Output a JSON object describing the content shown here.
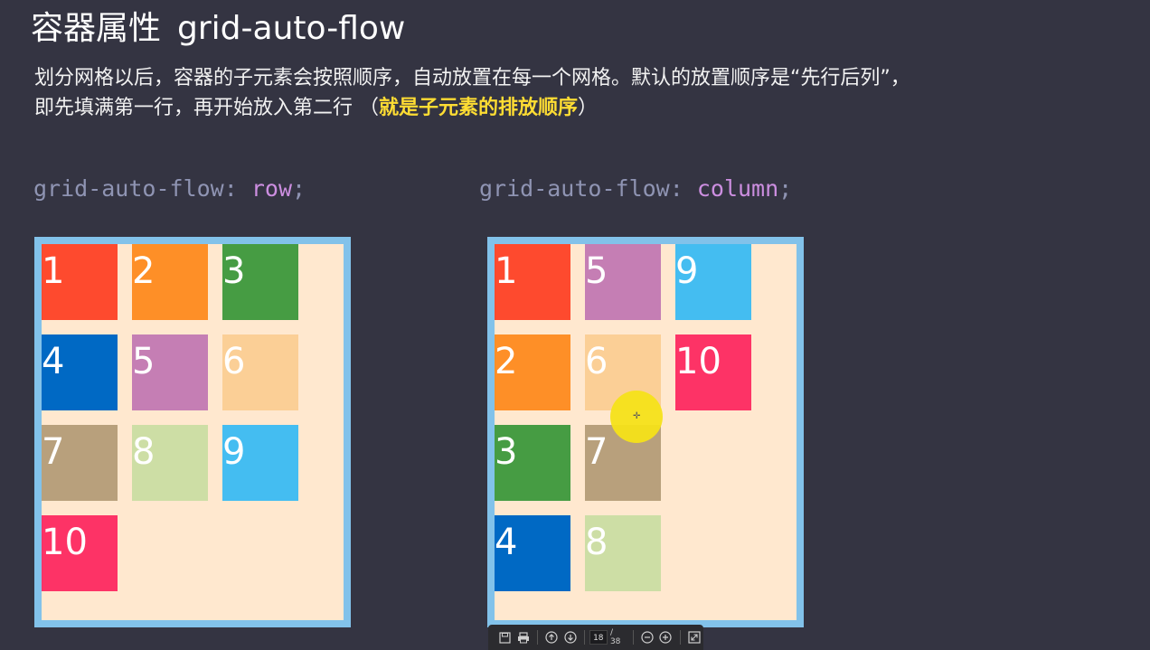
{
  "title": {
    "cn": "容器属性",
    "code": "grid-auto-flow"
  },
  "description": {
    "line1": "划分网格以后，容器的子元素会按照顺序，自动放置在每一个网格。默认的放置顺序是“先行后列”，",
    "line2_prefix": "即先填满第一行，再开始放入第二行 （",
    "highlight": "就是子元素的排放顺序",
    "line2_suffix": "）"
  },
  "left_example": {
    "property": "grid-auto-flow:",
    "value": "row",
    "semicolon": ";",
    "cells": [
      {
        "label": "1",
        "color": "#fe4a2e"
      },
      {
        "label": "2",
        "color": "#fe8f27"
      },
      {
        "label": "3",
        "color": "#469c43"
      },
      {
        "label": "4",
        "color": "#0069c4"
      },
      {
        "label": "5",
        "color": "#c57eb4"
      },
      {
        "label": "6",
        "color": "#fbcf96"
      },
      {
        "label": "7",
        "color": "#b8a07c"
      },
      {
        "label": "8",
        "color": "#cddea5"
      },
      {
        "label": "9",
        "color": "#44bdf1"
      },
      {
        "label": "10",
        "color": "#fd3366"
      }
    ]
  },
  "right_example": {
    "property": "grid-auto-flow:",
    "value": "column",
    "semicolon": ";",
    "cells": [
      {
        "label": "1",
        "color": "#fe4a2e"
      },
      {
        "label": "2",
        "color": "#fe8f27"
      },
      {
        "label": "3",
        "color": "#469c43"
      },
      {
        "label": "4",
        "color": "#0069c4"
      },
      {
        "label": "5",
        "color": "#c57eb4"
      },
      {
        "label": "6",
        "color": "#fbcf96"
      },
      {
        "label": "7",
        "color": "#b8a07c"
      },
      {
        "label": "8",
        "color": "#cddea5"
      },
      {
        "label": "9",
        "color": "#44bdf1"
      },
      {
        "label": "10",
        "color": "#fd3366"
      }
    ]
  },
  "toolbar": {
    "icons": [
      "save-icon",
      "print-icon",
      "page-up-icon",
      "page-down-icon",
      "zoom-out-icon",
      "zoom-in-icon",
      "fit-page-icon"
    ],
    "page_current": "18",
    "page_total": "/ 38"
  }
}
